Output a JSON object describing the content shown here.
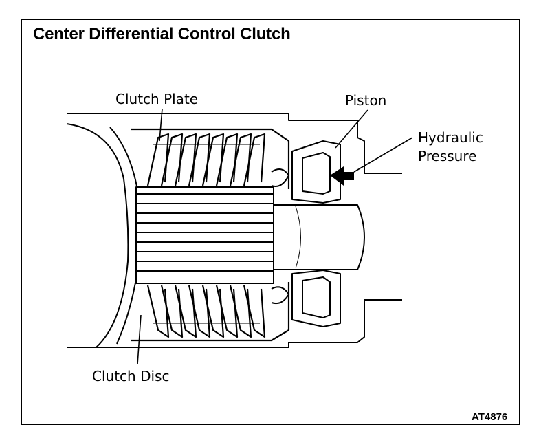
{
  "title": "Center Differential Control Clutch",
  "labels": {
    "clutch_plate": "Clutch Plate",
    "piston": "Piston",
    "hydraulic_pressure_line1": "Hydraulic",
    "hydraulic_pressure_line2": "Pressure",
    "clutch_disc": "Clutch Disc"
  },
  "figure_code": "AT4876",
  "icons": {
    "pressure_arrow": "arrow-left-icon"
  }
}
